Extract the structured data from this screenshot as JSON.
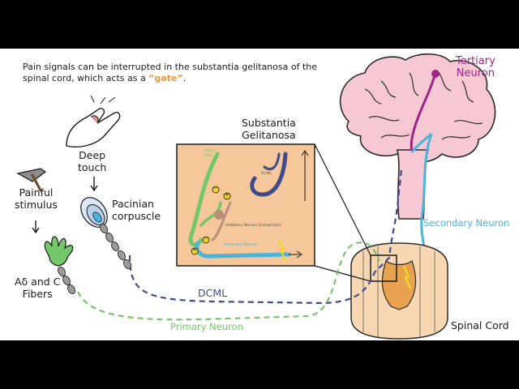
{
  "caption": {
    "text_before": "Pain signals can be interrupted in the substantia gelitanosa of the spinal cord, which acts as a ",
    "highlight": "“gate”",
    "text_after": "."
  },
  "labels": {
    "tertiary_neuron": "Tertiary\nNeuron",
    "substantia_gelitanosa": "Substantia\nGelitanosa",
    "deep_touch": "Deep\ntouch",
    "painful_stimulus": "Painful\nstimulus",
    "pacinian_corpuscle": "Pacinian\ncorpuscle",
    "fibers": "Aδ and C\nFibers",
    "dcml": "DCML",
    "primary_neuron": "Primary Neuron",
    "secondary_neuron": "Secondary Neuron",
    "spinal_cord": "Spinal Cord"
  },
  "inset": {
    "fibers_label": "Aδ & C\nFiber",
    "dcml_label": "DCML",
    "inhibitory_label": "Inhibitory Neuron (Enkephalin)",
    "secondary_label": "Secondary Neuron",
    "sign_minus": "−",
    "sign_plus": "+"
  },
  "colors": {
    "primary_green": "#73c76a",
    "dcml_navy": "#3f4a8c",
    "secondary_blue": "#4ab3d9",
    "tertiary_purple": "#9b2686",
    "brain_pink": "#f6c8d3",
    "spinal_orange": "#e8a14e",
    "gate_orange": "#e79a3d"
  }
}
